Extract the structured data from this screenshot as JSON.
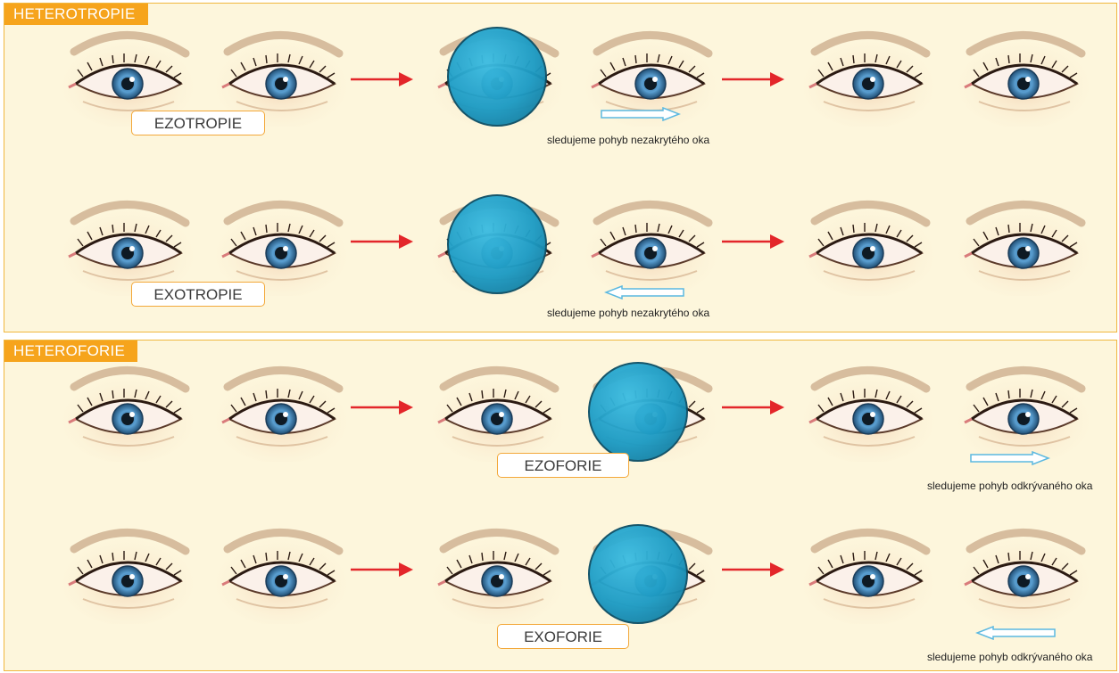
{
  "sections": [
    {
      "title": "HETEROTROPIE",
      "rows": [
        {
          "label": "EZOTROPIE",
          "caption": "sledujeme pohyb nezakrytého oka",
          "arrow": "right"
        },
        {
          "label": "EXOTROPIE",
          "caption": "sledujeme pohyb nezakrytého oka",
          "arrow": "left"
        }
      ]
    },
    {
      "title": "HETEROFORIE",
      "rows": [
        {
          "label": "EZOFORIE",
          "caption": "sledujeme pohyb odkrývaného oka",
          "arrow": "right"
        },
        {
          "label": "EXOFORIE",
          "caption": "sledujeme pohyb odkrývaného oka",
          "arrow": "left"
        }
      ]
    }
  ],
  "colors": {
    "accent": "#f6a41c",
    "panel": "#fdf6dc",
    "iris": "#4f8fc4",
    "occluder": "#1d9bc4",
    "step_arrow": "#e3262a",
    "movement_arrow": "#8fd3ee"
  },
  "icons": {
    "eye": "eye-icon",
    "occluder": "occluder-icon",
    "step": "arrow-right-icon",
    "movement": "outline-arrow-icon"
  }
}
